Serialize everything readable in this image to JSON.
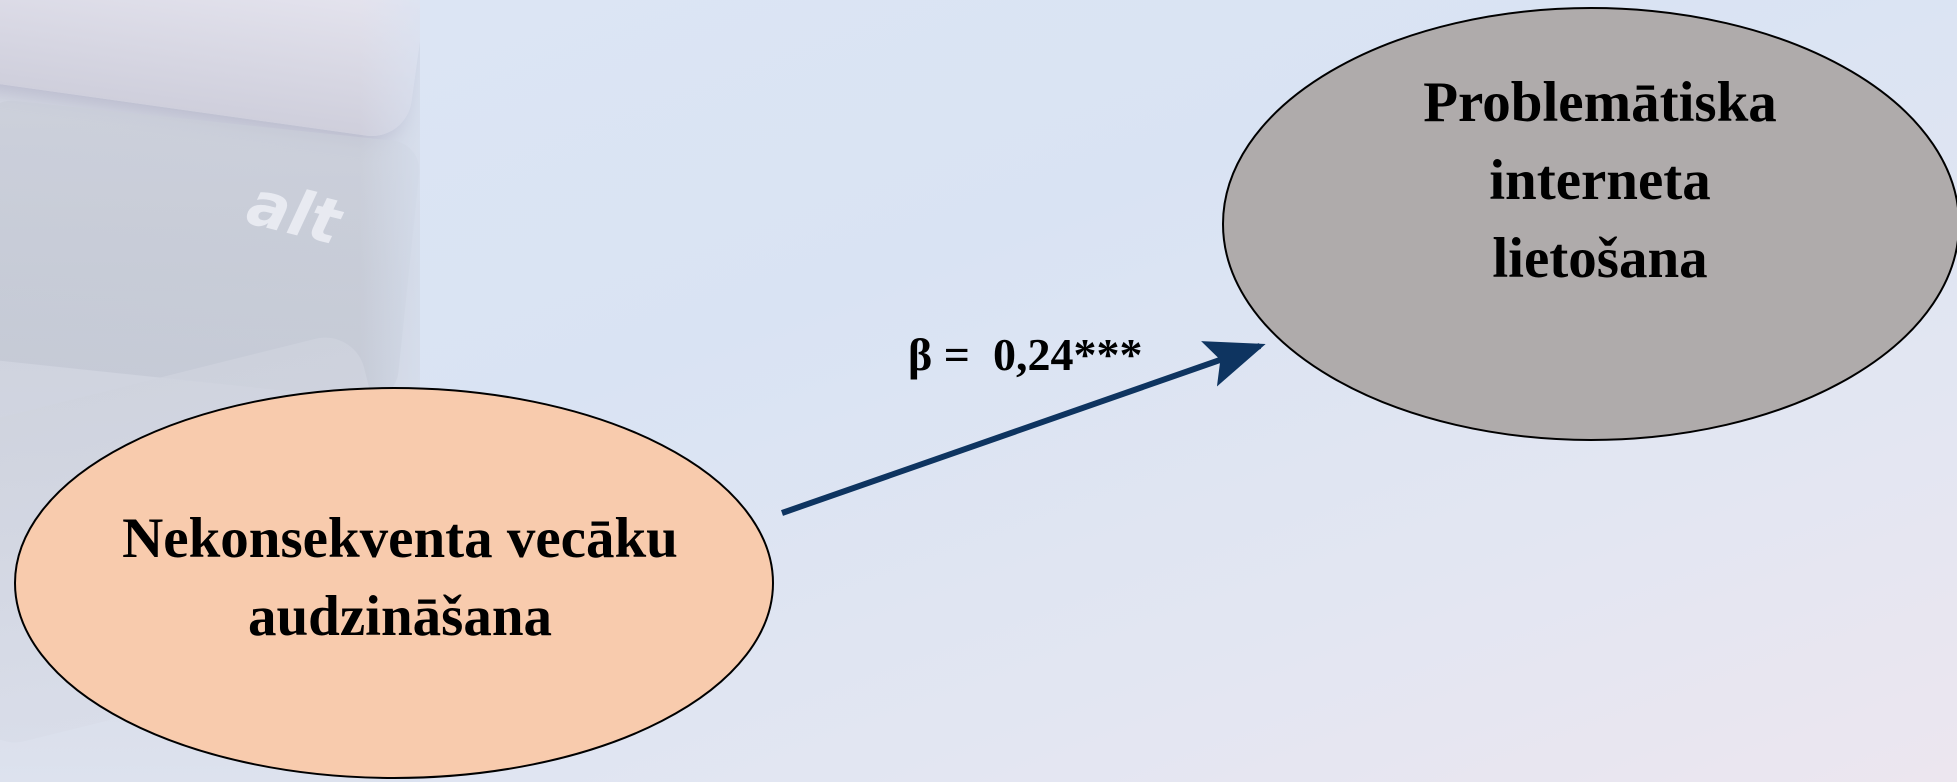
{
  "background": {
    "key_glyph": "alt"
  },
  "nodes": {
    "source": {
      "lines": [
        "Nekonsekventa vecāku",
        "audzināšana"
      ],
      "fill": "#f8cbad"
    },
    "target": {
      "lines": [
        "Problemātiska",
        "interneta",
        "lietošana"
      ],
      "fill": "#afabab"
    }
  },
  "edge": {
    "label": "β =  0,24***",
    "color": "#0e3460"
  }
}
